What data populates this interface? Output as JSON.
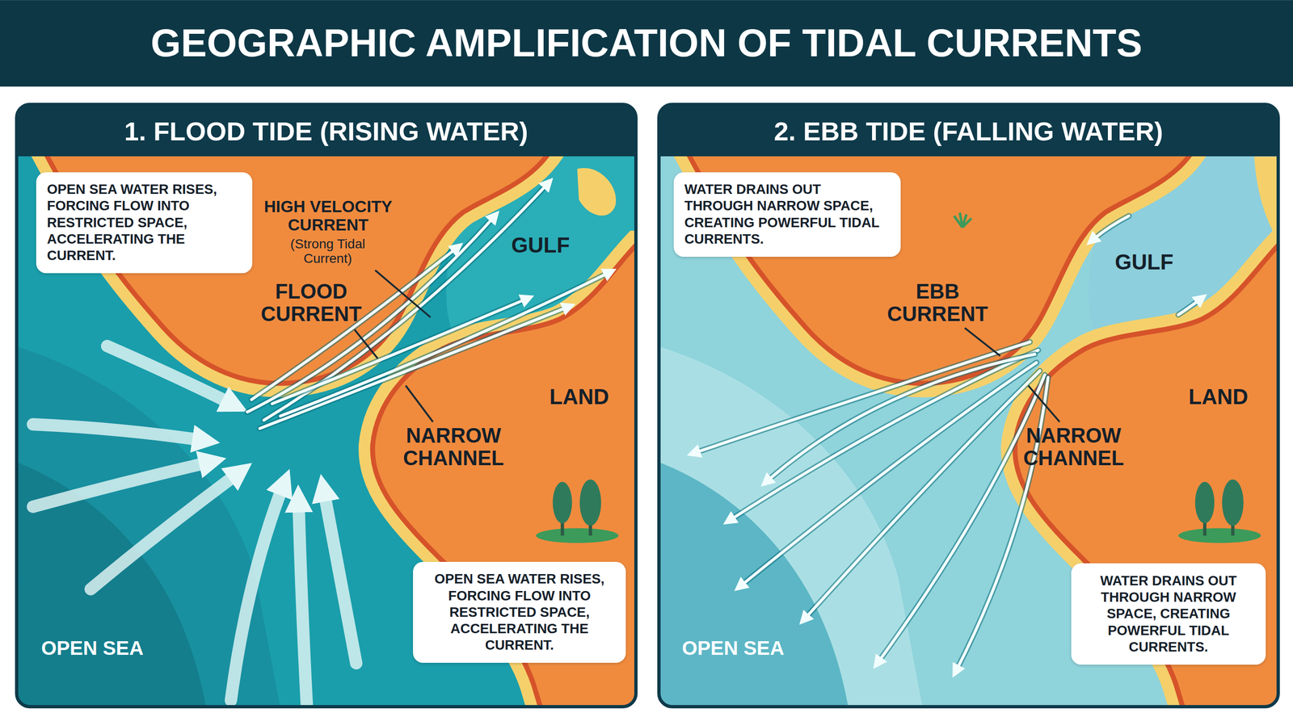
{
  "diagram": {
    "title": "GEOGRAPHIC AMPLIFICATION OF TIDAL CURRENTS",
    "nodes": [
      {
        "text": [
          "1. FLOOD TIDE (RISING WATER)"
        ]
      },
      {
        "text": [
          "OPEN SEA WATER RISES, FORCING FLOW INTO RESTRICTED SPACE, ACCELERATING THE CURRENT."
        ],
        "in": 0
      },
      {
        "text": [
          "OPEN SEA WATER RISES, FORCING FLOW INTO RESTRICTED SPACE, ACCELERATING THE CURRENT."
        ],
        "in": 0
      },
      {
        "text": [
          "2. EBB TIDE (FALLING WATER)"
        ]
      },
      {
        "text": [
          "WATER DRAINS OUT THROUGH NARROW SPACE, CREATING POWERFUL TIDAL CURRENTS."
        ],
        "in": 3
      },
      {
        "text": [
          "WATER DRAINS OUT THROUGH NARROW SPACE, CREATING POWERFUL TIDAL CURRENTS."
        ],
        "in": 3
      }
    ],
    "labels": [
      "HIGH VELOCITY CURRENT",
      "(Strong Tidal Current)",
      "FLOOD CURRENT",
      "GULF",
      "LAND",
      "NARROW CHANNEL",
      "OPEN SEA",
      "EBB CURRENT",
      "GULF",
      "LAND",
      "NARROW CHANNEL",
      "OPEN SEA"
    ]
  }
}
